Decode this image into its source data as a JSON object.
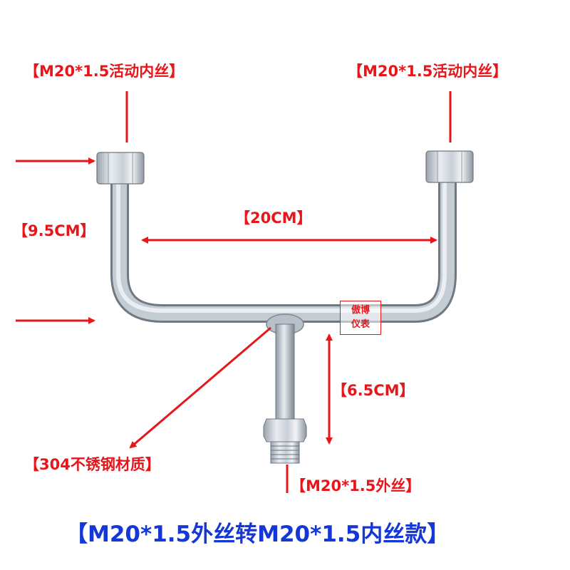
{
  "labels": {
    "top_left_fitting": "【M20*1.5活动内丝】",
    "top_right_fitting": "【M20*1.5活动内丝】",
    "height_dimension": "【9.5CM】",
    "width_dimension": "【20CM】",
    "stem_dimension": "【6.5CM】",
    "material": "【304不锈钢材质】",
    "bottom_fitting": "【M20*1.5外丝】",
    "caption": "【M20*1.5外丝转M20*1.5内丝款】"
  },
  "watermark": {
    "line1": "傲博",
    "line2": "仪表"
  },
  "colors": {
    "annotation": "#e6161b",
    "caption": "#1437d6",
    "pipe": "#b9c2cb",
    "background": "#ffffff"
  }
}
